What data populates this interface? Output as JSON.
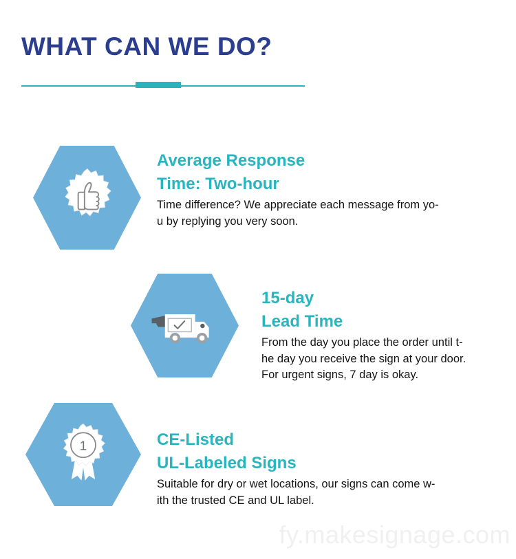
{
  "header": {
    "title": "WHAT CAN WE DO?",
    "title_color": "#2a3d8f",
    "divider_color": "#2bb3bb"
  },
  "theme": {
    "hexagon_blue": "#6db1db",
    "heading_teal": "#28b5bd",
    "body_black": "#141414",
    "watermark_gray": "#f0f0f0",
    "background": "#ffffff"
  },
  "features": [
    {
      "icon": "thumbs-up-badge-icon",
      "heading_line1": "Average Response",
      "heading_line2": "Time: Two-hour",
      "body_line1": "Time difference? We appreciate each message from yo-",
      "body_line2": "u by replying you very soon."
    },
    {
      "icon": "delivery-truck-icon",
      "heading_line1": "15-day",
      "heading_line2": "Lead Time",
      "body_line1": "From the day you place the order until t-",
      "body_line2": "he day you receive the sign at your door.",
      "body_line3": "For urgent signs, 7 day is okay."
    },
    {
      "icon": "award-ribbon-icon",
      "heading_line1": "CE-Listed",
      "heading_line2": "UL-Labeled Signs",
      "body_line1": "Suitable for dry or wet locations, our signs can come w-",
      "body_line2": "ith the trusted CE and UL label.",
      "badge_number": "1"
    }
  ],
  "footer": {
    "watermark": "fy.makesignage.com"
  }
}
